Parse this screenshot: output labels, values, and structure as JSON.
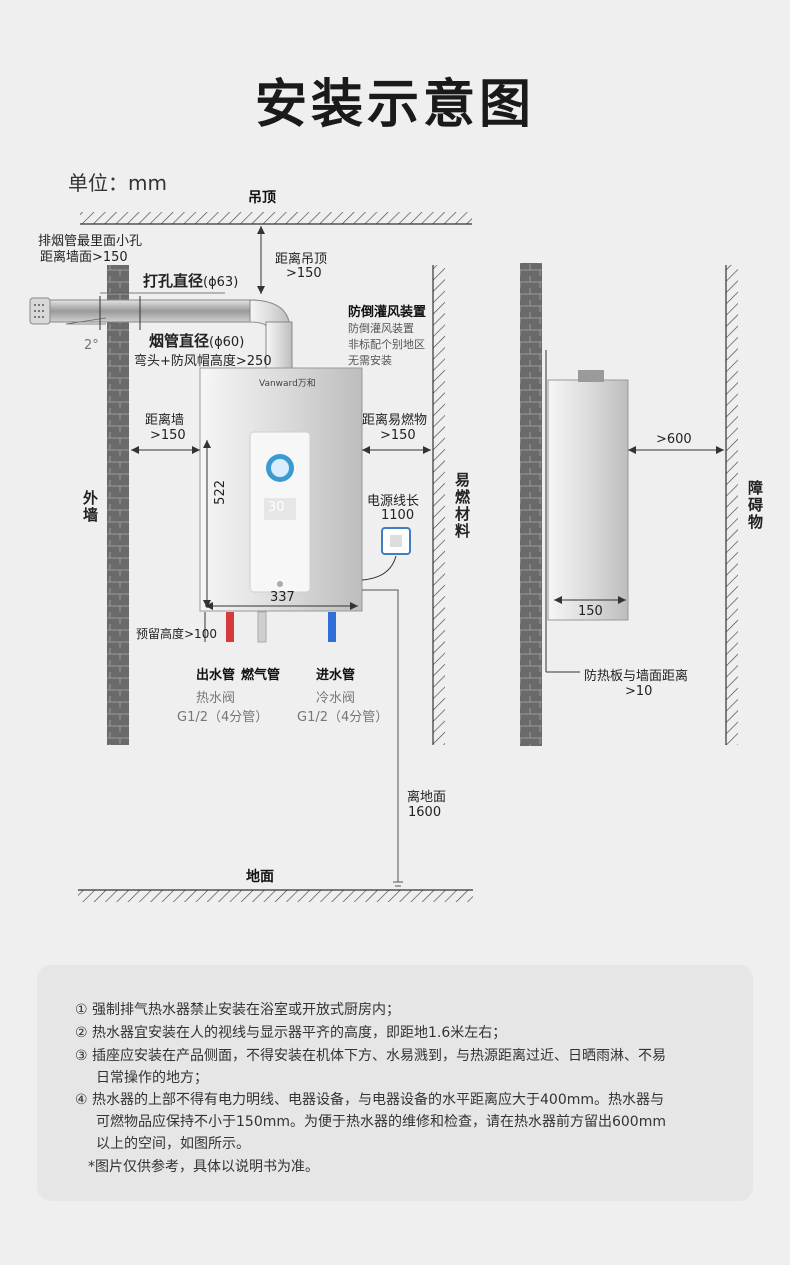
{
  "title": "安装示意图",
  "unit": "单位：mm",
  "ceiling": "吊顶",
  "floor": "地面",
  "outer_wall": "外墙",
  "flammable": "易燃材料",
  "obstacle": "障碍物",
  "labels": {
    "flue_hole_1": "排烟管最里面小孔",
    "flue_hole_2": "距离墙面>150",
    "drill_dia": "打孔直径",
    "drill_dia_val": "(ϕ63)",
    "angle": "2°",
    "pipe_dia": "烟管直径",
    "pipe_dia_val": "(ϕ60)",
    "elbow": "弯头+防风帽高度>250",
    "ceiling_dist_1": "距离吊顶",
    "ceiling_dist_2": ">150",
    "backdraft_title": "防倒灌风装置",
    "backdraft_1": "防倒灌风装置",
    "backdraft_2": "非标配个别地区",
    "backdraft_3": "无需安装",
    "wall_dist_1": "距离墙",
    "wall_dist_2": ">150",
    "flam_dist_1": "距离易燃物",
    "flam_dist_2": ">150",
    "height": "522",
    "width": "337",
    "cord_1": "电源线长",
    "cord_2": "1100",
    "reserve": "预留高度>100",
    "outlet_pipe": "出水管",
    "gas_pipe": "燃气管",
    "inlet_pipe": "进水管",
    "hot_valve": "热水阀",
    "hot_valve_size": "G1/2（4分管）",
    "cold_valve": "冷水阀",
    "cold_valve_size": "G1/2（4分管）",
    "floor_dist_1": "离地面",
    "floor_dist_2": "1600",
    "front_dist": ">600",
    "depth": "150",
    "heat_shield_1": "防热板与墙面距离",
    "heat_shield_2": ">10",
    "brand": "Vanward万和",
    "display": "30"
  },
  "notes": [
    "① 强制排气热水器禁止安装在浴室或开放式厨房内；",
    "② 热水器宜安装在人的视线与显示器平齐的高度，即距地1.6米左右；",
    "③ 插座应安装在产品侧面，不得安装在机体下方、水易溅到，与热源距离过近、日晒雨淋、不易",
    "日常操作的地方；",
    "④ 热水器的上部不得有电力明线、电器设备，与电器设备的水平距离应大于400mm。热水器与",
    "可燃物品应保持不小于150mm。为便于热水器的维修和检查，请在热水器前方留出600mm",
    "以上的空间，如图所示。",
    "*图片仅供参考，具体以说明书为准。"
  ],
  "colors": {
    "hot": "#d63a3a",
    "cold": "#2f6fd6",
    "wall": "#555555"
  }
}
